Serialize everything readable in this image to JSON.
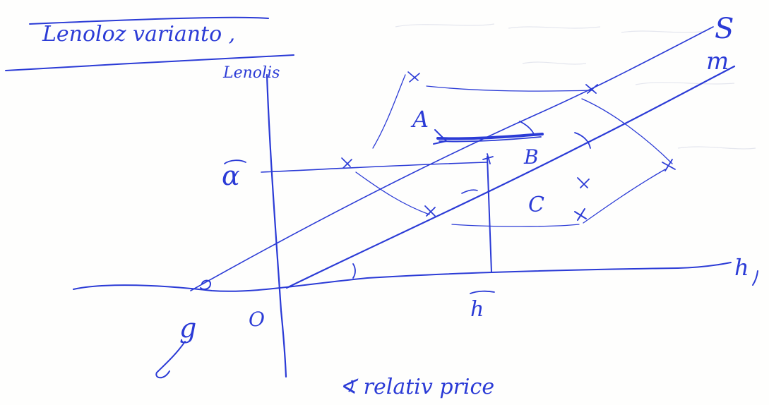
{
  "title": "Lenoloz varianto ,",
  "labels": {
    "vertical_axis": "Lenolis",
    "horizontal_axis": "h",
    "line_s": "S",
    "line_m": "m",
    "origin": "O",
    "g": "g",
    "alpha": "α",
    "h_bar": "h",
    "A": "A",
    "B": "B",
    "C": "C",
    "bottom_note": "∢ relativ price"
  },
  "colors": {
    "ink": "#2b3bd6",
    "paper": "#fefefd"
  }
}
